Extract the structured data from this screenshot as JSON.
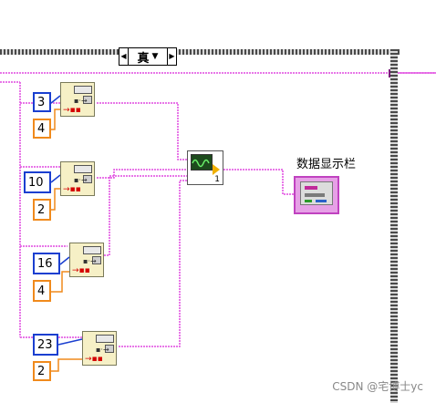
{
  "case_structure": {
    "selector_value": "真",
    "left_arrow_glyph": "◀",
    "dropdown_glyph": "▼",
    "right_arrow_glyph": "▶"
  },
  "constants": [
    {
      "id": "n1",
      "value": "3",
      "color": "blue"
    },
    {
      "id": "n2",
      "value": "4",
      "color": "orange"
    },
    {
      "id": "n3",
      "value": "10",
      "color": "blue"
    },
    {
      "id": "n4",
      "value": "2",
      "color": "orange"
    },
    {
      "id": "n5",
      "value": "16",
      "color": "blue"
    },
    {
      "id": "n6",
      "value": "4",
      "color": "orange"
    },
    {
      "id": "n7",
      "value": "23",
      "color": "blue"
    },
    {
      "id": "n8",
      "value": "2",
      "color": "orange"
    }
  ],
  "build_waveform": {
    "terminal_label": "1"
  },
  "indicator": {
    "label": "数据显示栏"
  },
  "watermark": "CSDN @宅博士yc",
  "colors": {
    "wire_pink": "#e04ae0",
    "wire_orange": "#f08a1c",
    "wire_blue": "#1a3fd0",
    "frame": "#6e6e6e"
  }
}
